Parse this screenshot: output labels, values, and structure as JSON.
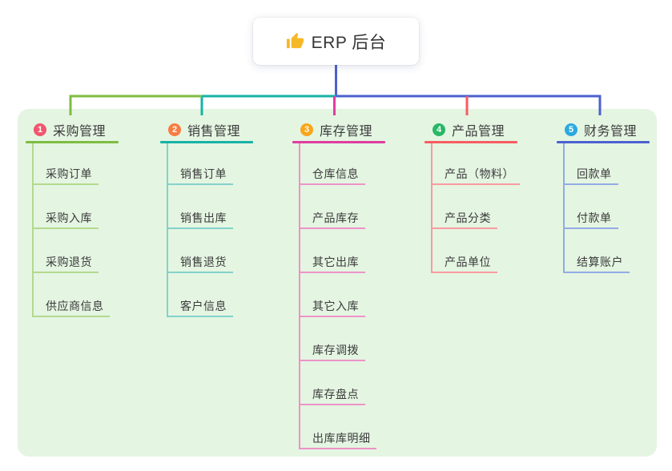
{
  "root": {
    "label": "ERP 后台",
    "icon": "thumbs-up-icon",
    "icon_color": "#f6b825"
  },
  "canvas": {
    "background": "#ffffff",
    "panel_background": "#e4f5e2"
  },
  "connector": {
    "stem_color": "#4c61cf"
  },
  "branches": [
    {
      "badge": "1",
      "label": "采购管理",
      "badge_color": "#f1566e",
      "line_color": "#7fbc42",
      "child_line_color": "#b3d98e",
      "children": [
        "采购订单",
        "采购入库",
        "采购退货",
        "供应商信息"
      ]
    },
    {
      "badge": "2",
      "label": "销售管理",
      "badge_color": "#f97c41",
      "line_color": "#17b3a6",
      "child_line_color": "#83d2ca",
      "children": [
        "销售订单",
        "销售出库",
        "销售退货",
        "客户信息"
      ]
    },
    {
      "badge": "3",
      "label": "库存管理",
      "badge_color": "#f9a61a",
      "line_color": "#de3e9f",
      "child_line_color": "#ee93c8",
      "children": [
        "仓库信息",
        "产品库存",
        "其它出库",
        "其它入库",
        "库存调拨",
        "库存盘点",
        "出库库明细"
      ]
    },
    {
      "badge": "4",
      "label": "产品管理",
      "badge_color": "#29b765",
      "line_color": "#f75c62",
      "child_line_color": "#f99ba0",
      "children": [
        "产品（物料）",
        "产品分类",
        "产品单位"
      ]
    },
    {
      "badge": "5",
      "label": "财务管理",
      "badge_color": "#2ca9e1",
      "line_color": "#4c61cf",
      "child_line_color": "#93abe4",
      "children": [
        "回款单",
        "付款单",
        "结算账户"
      ]
    }
  ]
}
